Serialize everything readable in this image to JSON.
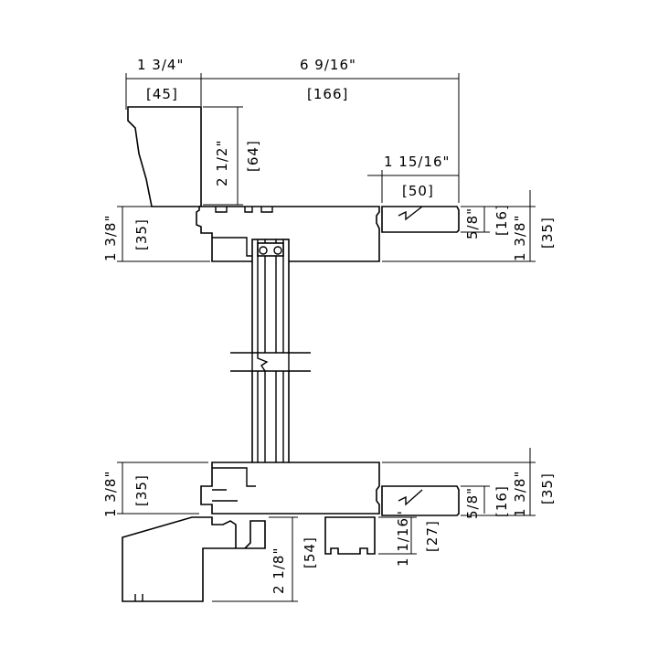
{
  "dimensions": {
    "top_width_in": "1 3/4\"",
    "top_width_mm": "[45]",
    "total_width_in": "6 9/16\"",
    "total_width_mm": "[166]",
    "head_height_in": "2 1/2\"",
    "head_height_mm": "[64]",
    "nose_width_in": "1 15/16\"",
    "nose_width_mm": "[50]",
    "top_left_thk_in": "1 3/8\"",
    "top_left_thk_mm": "[35]",
    "top_right_lip_in": "5/8\"",
    "top_right_lip_mm": "[16]",
    "top_right_thk_in": "1 3/8\"",
    "top_right_thk_mm": "[35]",
    "bot_left_thk_in": "1 3/8\"",
    "bot_left_thk_mm": "[35]",
    "bot_right_lip_in": "5/8\"",
    "bot_right_lip_mm": "[16]",
    "bot_right_thk_in": "1 3/8\"",
    "bot_right_thk_mm": "[35]",
    "sill_height_in": "2 1/8\"",
    "sill_height_mm": "[54]",
    "stop_height_in": "1 1/16\"",
    "stop_height_mm": "[27]"
  }
}
